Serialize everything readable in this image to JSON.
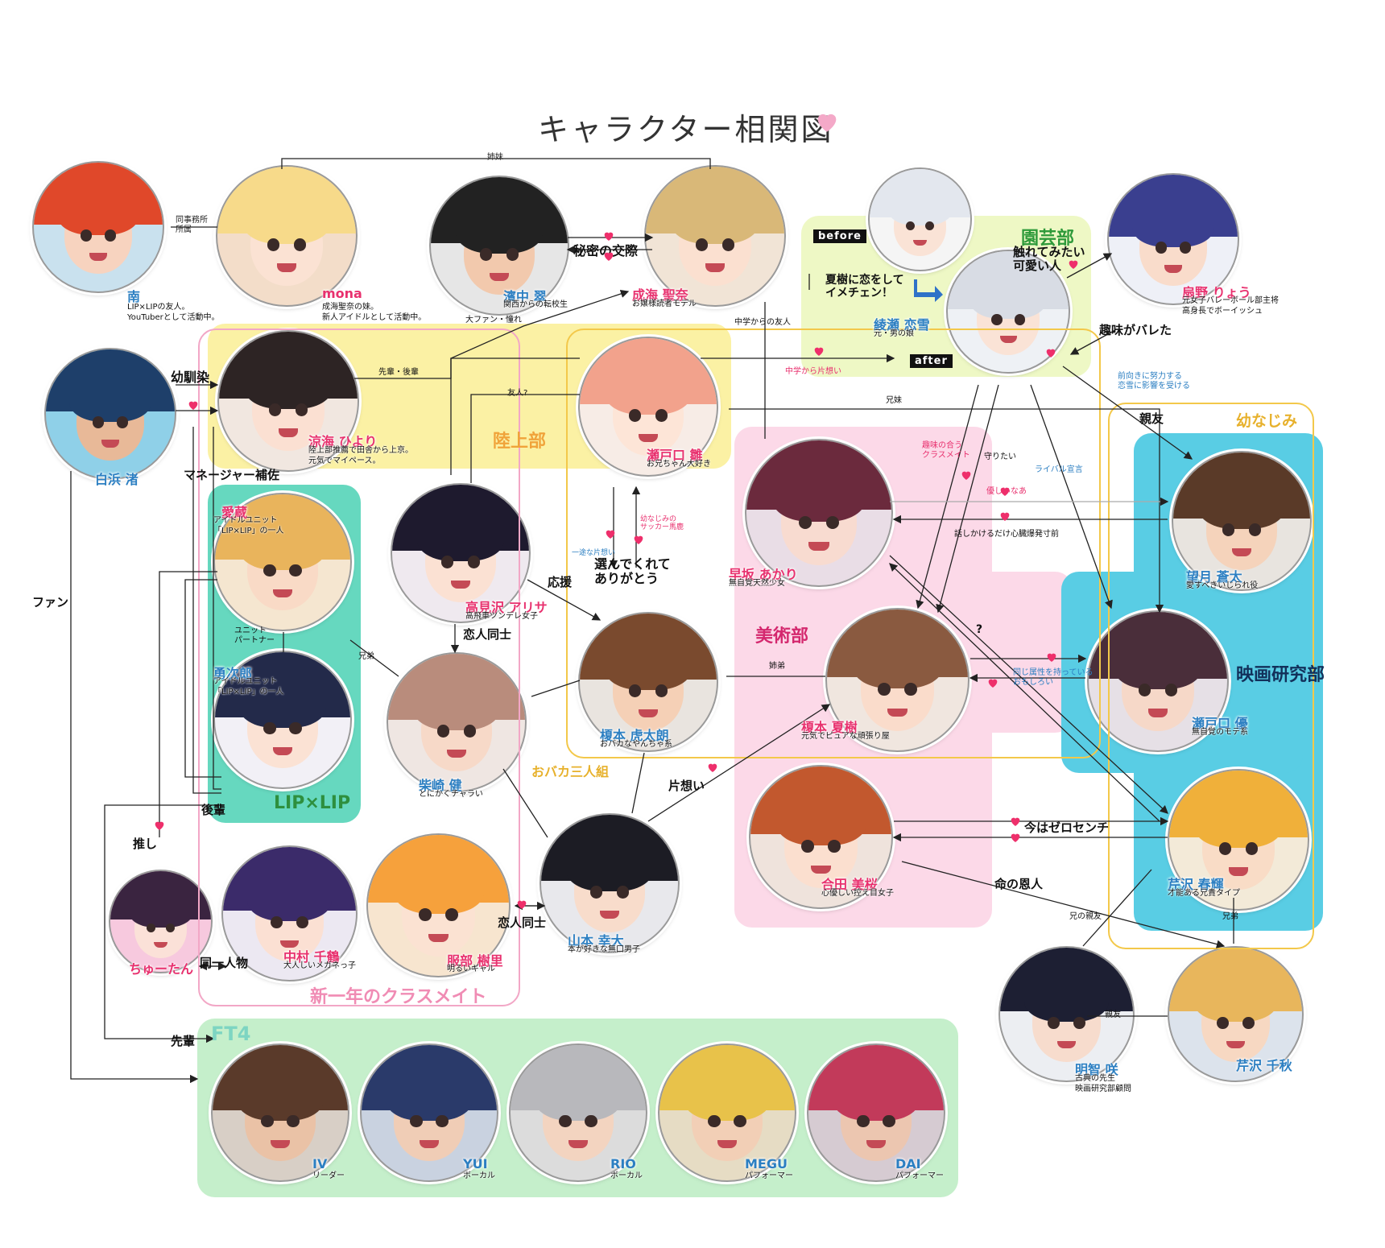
{
  "title": "キャラクター相関図",
  "groups": {
    "track": "陸上部",
    "garden": "園芸部",
    "art": "美術部",
    "film": "映画研究部",
    "childhood": "幼なじみ",
    "lipxlip": "LIP×LIP",
    "classmates": "新一年のクラスメイト",
    "idiot_trio": "おバカ三人組",
    "ft4": "FT4"
  },
  "garden": {
    "before_tag": "before",
    "after_tag": "after"
  },
  "colors": {
    "pink_name": "#e8306e",
    "blue_name": "#2c7fc2",
    "heart": "#ee2f6b"
  },
  "characters": [
    {
      "id": "minami",
      "name": "南",
      "desc": "LIP×LIPの友人。\nYouTuberとして活動中。",
      "color": "blue",
      "hair": "#e0482a",
      "skin": "#f7d3bf",
      "bg": "#c9e1ee"
    },
    {
      "id": "mona",
      "name": "mona",
      "desc": "成海聖奈の妹。\n新人アイドルとして活動中。",
      "color": "pink",
      "hair": "#f7da8a",
      "skin": "#fbe2d3",
      "bg": "#f3ddc9"
    },
    {
      "id": "sui",
      "name": "濱中 翠",
      "desc": "関西からの転校生",
      "color": "blue",
      "hair": "#222222",
      "skin": "#f2c9ad",
      "bg": "#e6e6e6"
    },
    {
      "id": "seina",
      "name": "成海 聖奈",
      "desc": "お嬢様読者モデル",
      "color": "pink",
      "hair": "#d9b878",
      "skin": "#fbe0d0",
      "bg": "#f1e4d6"
    },
    {
      "id": "koyuki",
      "name": "綾瀬 恋雪",
      "desc": "元・男の娘",
      "color": "blue",
      "hair": "#d8dce4",
      "skin": "#fae3d6",
      "bg": "#eef1f5"
    },
    {
      "id": "koyuki_before",
      "name": "",
      "desc": "",
      "color": "blue",
      "hair": "#e3e7ee",
      "skin": "#fae3d6",
      "bg": "#f5f5f5"
    },
    {
      "id": "ryo",
      "name": "扇野 りょう",
      "desc": "元女子バレーボール部主将\n高身長でボーイッシュ",
      "color": "pink",
      "hair": "#3a3f8f",
      "skin": "#f9dccb",
      "bg": "#eef0f7"
    },
    {
      "id": "nagisa",
      "name": "白浜 渚",
      "desc": "",
      "color": "blue",
      "hair": "#1e3f6a",
      "skin": "#e8b998",
      "bg": "#8fd0e8"
    },
    {
      "id": "hiyori",
      "name": "涼海 ひより",
      "desc": "陸上部推薦で田舎から上京。\n元気でマイペース。",
      "color": "pink",
      "hair": "#2d2424",
      "skin": "#fbe0d2",
      "bg": "#f1e7e0"
    },
    {
      "id": "hina",
      "name": "瀬戸口 雛",
      "desc": "お兄ちゃん大好き",
      "color": "pink",
      "hair": "#f2a28c",
      "skin": "#fde5d7",
      "bg": "#f7ece6"
    },
    {
      "id": "akari",
      "name": "早坂 あかり",
      "desc": "無自覚天然少女",
      "color": "pink",
      "hair": "#6b2a3d",
      "skin": "#f8dbd0",
      "bg": "#e9dde6"
    },
    {
      "id": "aoi",
      "name": "望月 蒼太",
      "desc": "愛すべきいじられ役",
      "color": "blue",
      "hair": "#5a3a28",
      "skin": "#f5d3bb",
      "bg": "#e8e4df"
    },
    {
      "id": "chikura",
      "name": "愛蔵",
      "desc": "アイドルユニット\n「LIP×LIP」の一人",
      "color": "pink",
      "hair": "#e9b45c",
      "skin": "#f9dac6",
      "bg": "#f5e6d0"
    },
    {
      "id": "yujiro",
      "name": "勇次郎",
      "desc": "アイドルユニット\n「LIP×LIP」の一人",
      "color": "blue",
      "hair": "#232a4a",
      "skin": "#fbe2d4",
      "bg": "#f2f0f6"
    },
    {
      "id": "alisa",
      "name": "高見沢 アリサ",
      "desc": "高飛車ツンデレ女子",
      "color": "pink",
      "hair": "#1e1a2e",
      "skin": "#fbe1d3",
      "bg": "#efe9ef"
    },
    {
      "id": "torataro",
      "name": "榎本 虎太朗",
      "desc": "おバカなやんちゃ系",
      "color": "blue",
      "hair": "#7a4a2e",
      "skin": "#f5d0b6",
      "bg": "#e9e4df"
    },
    {
      "id": "natsuki",
      "name": "榎本 夏樹",
      "desc": "元気でピュアな頑張り屋",
      "color": "pink",
      "hair": "#8a5a40",
      "skin": "#fadccb",
      "bg": "#f0e6df"
    },
    {
      "id": "yu",
      "name": "瀬戸口 優",
      "desc": "無自覚のモテ系",
      "color": "blue",
      "hair": "#4a2e3a",
      "skin": "#f6d8c8",
      "bg": "#e6e0e6"
    },
    {
      "id": "ken",
      "name": "柴崎 健",
      "desc": "とにかくチャラい",
      "color": "blue",
      "hair": "#b98c7c",
      "skin": "#f7d9c8",
      "bg": "#efe6e2"
    },
    {
      "id": "miou",
      "name": "合田 美桜",
      "desc": "心優しい控え目女子",
      "color": "pink",
      "hair": "#c2582e",
      "skin": "#fbdfcf",
      "bg": "#efe3dc"
    },
    {
      "id": "haruki",
      "name": "芹沢 春輝",
      "desc": "才能ある兄貴タイプ",
      "color": "blue",
      "hair": "#f0b03a",
      "skin": "#f9dcc6",
      "bg": "#f3ead8"
    },
    {
      "id": "chutan",
      "name": "ちゅーたん",
      "desc": "",
      "color": "pink",
      "hair": "#3a2440",
      "skin": "#fbe1d8",
      "bg": "#f7c9de"
    },
    {
      "id": "chizuru",
      "name": "中村 千鶴",
      "desc": "大人しいメガネっ子",
      "color": "pink",
      "hair": "#3b2b6a",
      "skin": "#fbe0d3",
      "bg": "#ece8f2"
    },
    {
      "id": "juri",
      "name": "服部 樹里",
      "desc": "明るいギャル",
      "color": "pink",
      "hair": "#f6a13c",
      "skin": "#fbe2d2",
      "bg": "#f7e5cf"
    },
    {
      "id": "kota",
      "name": "山本 幸大",
      "desc": "本が好きな無口男子",
      "color": "blue",
      "hair": "#1c1c24",
      "skin": "#f8dccb",
      "bg": "#e8e8ec"
    },
    {
      "id": "saki",
      "name": "明智 咲",
      "desc": "古典の先生\n映画研究部顧問",
      "color": "blue",
      "hair": "#1d1f33",
      "skin": "#f7dccd",
      "bg": "#eceef2"
    },
    {
      "id": "chiaki",
      "name": "芹沢 千秋",
      "desc": "",
      "color": "blue",
      "hair": "#e8b65c",
      "skin": "#f7d8c2",
      "bg": "#dce3ec"
    },
    {
      "id": "iv",
      "name": "IV",
      "desc": "リーダー",
      "color": "blue",
      "hair": "#5a3a2a",
      "skin": "#eac2a6",
      "bg": "#d8cfc6"
    },
    {
      "id": "yui",
      "name": "YUI",
      "desc": "ボーカル",
      "color": "blue",
      "hair": "#2a3a6a",
      "skin": "#f0cdb6",
      "bg": "#c9d2e0"
    },
    {
      "id": "rio",
      "name": "RIO",
      "desc": "ボーカル",
      "color": "blue",
      "hair": "#b8b8bc",
      "skin": "#f3d4c0",
      "bg": "#dcdcdc"
    },
    {
      "id": "megu",
      "name": "MEGU",
      "desc": "パフォーマー",
      "color": "blue",
      "hair": "#e8c24a",
      "skin": "#f2cfb6",
      "bg": "#e6dcc4"
    },
    {
      "id": "dai",
      "name": "DAI",
      "desc": "パフォーマー",
      "color": "blue",
      "hair": "#c23a5a",
      "skin": "#ecc6b0",
      "bg": "#d6cbd2"
    }
  ],
  "relations": [
    {
      "id": "sisters",
      "text": "姉妹"
    },
    {
      "id": "same_agency",
      "text": "同事務所\n所属"
    },
    {
      "id": "secret",
      "text": "秘密の交際"
    },
    {
      "id": "big_fan",
      "text": "大ファン・憧れ"
    },
    {
      "id": "jh_friend",
      "text": "中学からの友人"
    },
    {
      "id": "senpai_kohai",
      "text": "先輩・後輩"
    },
    {
      "id": "childhood_friend",
      "text": "幼馴染"
    },
    {
      "id": "friend_q",
      "text": "友人?"
    },
    {
      "id": "jh_crush",
      "text": "中学から片想い"
    },
    {
      "id": "siblings1",
      "text": "兄妹"
    },
    {
      "id": "crush_on_natsuki",
      "text": "夏樹に恋をして\nイメチェン！"
    },
    {
      "id": "want_touch",
      "text": "触れてみたい\n可愛い人"
    },
    {
      "id": "hobby_found",
      "text": "趣味がバレた"
    },
    {
      "id": "best_friend",
      "text": "親友"
    },
    {
      "id": "influenced",
      "text": "前向きに努力する\n恋雪に影響を受ける"
    },
    {
      "id": "like_minded",
      "text": "趣味の合う\nクラスメイト"
    },
    {
      "id": "protect",
      "text": "守りたい"
    },
    {
      "id": "rival",
      "text": "ライバル宣言"
    },
    {
      "id": "kind",
      "text": "優しいなあ"
    },
    {
      "id": "heart_burst",
      "text": "話しかけるだけ心臓爆発寸前"
    },
    {
      "id": "manager_assist",
      "text": "マネージャー補佐"
    },
    {
      "id": "one_way",
      "text": "一途な片想い"
    },
    {
      "id": "soccer_idiot",
      "text": "幼なじみの\nサッカー馬鹿"
    },
    {
      "id": "thanks",
      "text": "選んでくれて\nありがとう"
    },
    {
      "id": "cheer",
      "text": "応援"
    },
    {
      "id": "lovers1",
      "text": "恋人同士"
    },
    {
      "id": "unit_partner",
      "text": "ユニット\nパートナー"
    },
    {
      "id": "brothers1",
      "text": "兄弟"
    },
    {
      "id": "fan",
      "text": "ファン"
    },
    {
      "id": "siblings2",
      "text": "姉弟"
    },
    {
      "id": "question",
      "text": "?"
    },
    {
      "id": "same_trait",
      "text": "同じ属性を持っている\nおもしろい"
    },
    {
      "id": "crush2",
      "text": "片想い"
    },
    {
      "id": "kohai",
      "text": "後輩"
    },
    {
      "id": "oshi",
      "text": "推し"
    },
    {
      "id": "zero_cm",
      "text": "今はゼロセンチ"
    },
    {
      "id": "life_saver",
      "text": "命の恩人"
    },
    {
      "id": "brothers_best",
      "text": "兄の親友"
    },
    {
      "id": "brothers2",
      "text": "兄弟"
    },
    {
      "id": "same_person",
      "text": "同一人物"
    },
    {
      "id": "lovers2",
      "text": "恋人同士"
    },
    {
      "id": "senpai",
      "text": "先輩"
    },
    {
      "id": "best_friend2",
      "text": "親友"
    }
  ]
}
